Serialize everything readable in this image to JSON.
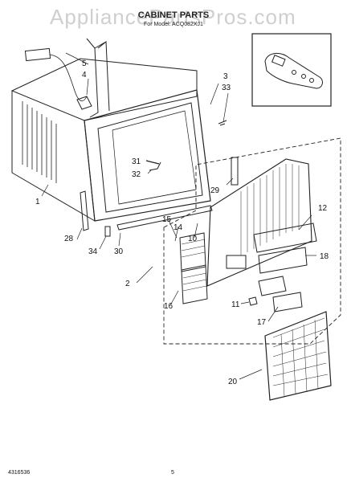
{
  "watermark": "AppliancePartsPros.com",
  "header": {
    "title": "CABINET PARTS",
    "subtitle": "For Model: ACQ082XJ1"
  },
  "callouts": [
    "1",
    "2",
    "3",
    "4",
    "5",
    "10",
    "11",
    "12",
    "14",
    "15",
    "16",
    "17",
    "18",
    "20",
    "28",
    "29",
    "30",
    "31",
    "32",
    "33",
    "34"
  ],
  "footer": {
    "part_number": "4316536",
    "page_number": "5"
  },
  "colors": {
    "line": "#222222",
    "watermark": "#cfcfcf"
  }
}
